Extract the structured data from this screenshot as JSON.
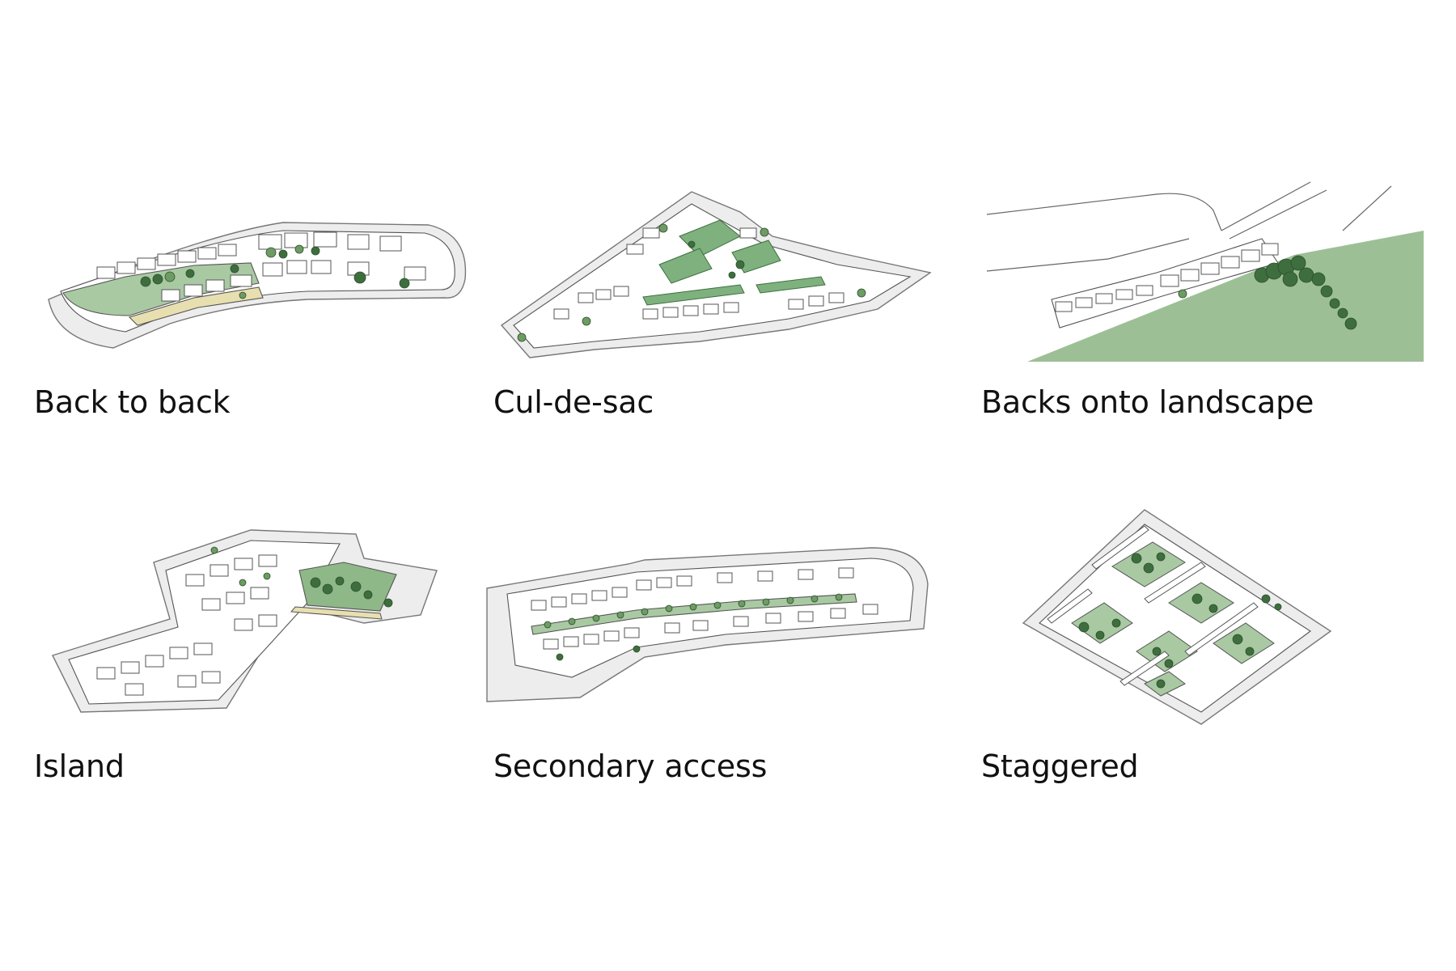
{
  "figure": {
    "panels": [
      {
        "id": "back-to-back",
        "label": "Back to back"
      },
      {
        "id": "cul-de-sac",
        "label": "Cul-de-sac"
      },
      {
        "id": "backs-onto-landscape",
        "label": "Backs onto landscape"
      },
      {
        "id": "island",
        "label": "Island"
      },
      {
        "id": "secondary-access",
        "label": "Secondary access"
      },
      {
        "id": "staggered",
        "label": "Staggered"
      }
    ]
  },
  "colors": {
    "background": "#ffffff",
    "text": "#111111",
    "road": "#ededed",
    "outline": "#555555",
    "green_space": "#a9c9a3",
    "landscape": "#9dbf95",
    "courtyard": "#7fb17f",
    "tree_dark": "#3e6e3e",
    "tree_light": "#6e9b64",
    "paving": "#e8dfb0"
  }
}
